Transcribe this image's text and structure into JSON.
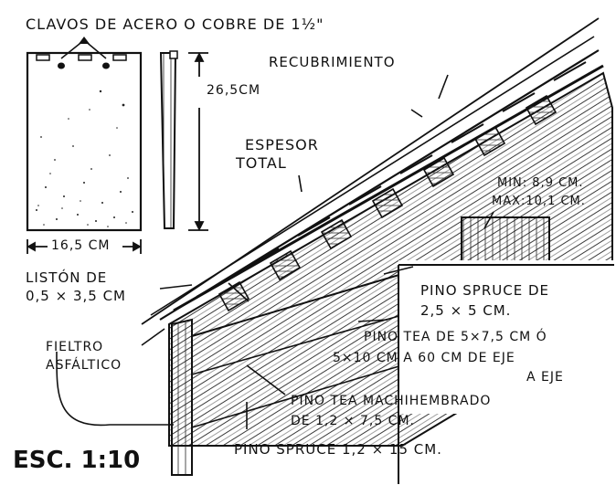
{
  "labels": {
    "nails": "CLAVOS DE ACERO O COBRE DE 1½\"",
    "overlap": "RECUBRIMIENTO",
    "height": "26,5CM",
    "thickness_line1": "ESPESOR",
    "thickness_line2": "TOTAL",
    "min": "MIN: 8,9 CM.",
    "max": "MAX:10,1 CM.",
    "width": "16,5 CM",
    "batten_line1": "LISTÓN DE",
    "batten_line2": "0,5 × 3,5 CM",
    "spruce_top_line1": "PINO SPRUCE DE",
    "spruce_top_line2": "2,5 × 5 CM.",
    "felt_line1": "FIELTRO",
    "felt_line2": "ASFÁLTICO",
    "rafter_line1": "PINO TEA DE 5×7,5 CM Ó",
    "rafter_line2": "5×10 CM A 60 CM DE EJE",
    "rafter_line3": "A EJE",
    "board_line1": "PINO TEA MACHIHEMBRADO",
    "board_line2": "DE 1,2 × 7,5 CM.",
    "spruce_bottom": "PINO SPRUCE 1,2 × 15 CM.",
    "scale": "ESC. 1:10"
  },
  "colors": {
    "ink": "#111111",
    "paper": "#ffffff"
  }
}
